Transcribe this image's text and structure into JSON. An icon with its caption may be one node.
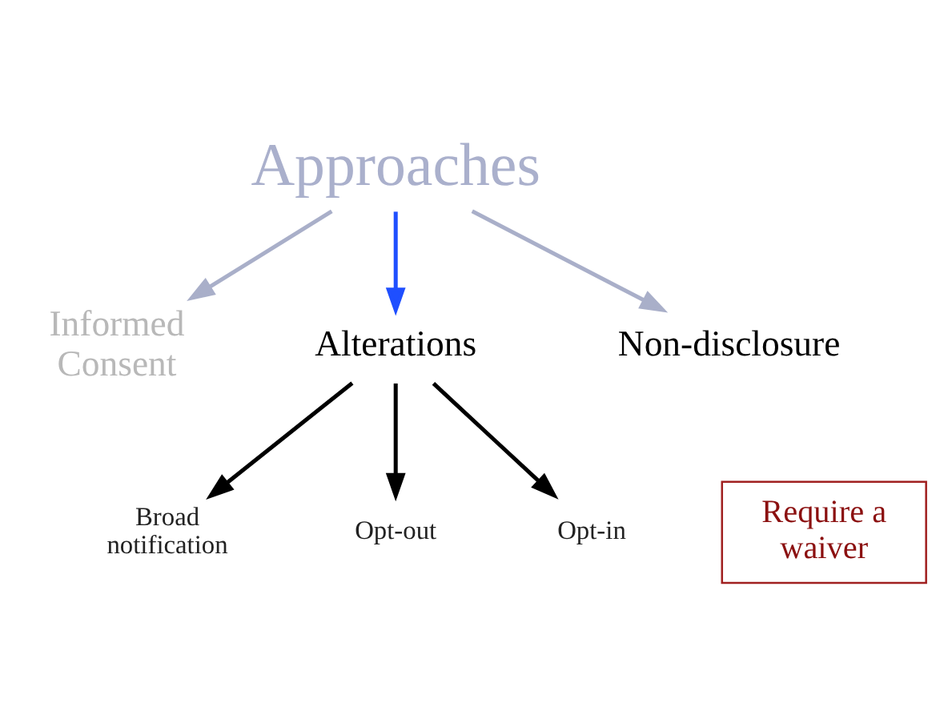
{
  "diagram": {
    "nodes": [
      {
        "text": [
          "Approaches"
        ]
      },
      {
        "text": [
          "Informed Consent"
        ]
      },
      {
        "text": [
          "Alterations"
        ]
      },
      {
        "text": [
          "Non-disclosure"
        ]
      },
      {
        "text": [
          "Broad notification"
        ]
      },
      {
        "text": [
          "Opt-out"
        ]
      },
      {
        "text": [
          "Opt-in"
        ]
      },
      {
        "text": [
          "Require a waiver"
        ]
      }
    ],
    "edges": [
      {
        "from": 0,
        "to": 1,
        "arrow": "to",
        "color": "#a9afc9"
      },
      {
        "from": 0,
        "to": 2,
        "arrow": "to",
        "color": "#1f4fff"
      },
      {
        "from": 0,
        "to": 3,
        "arrow": "to",
        "color": "#a9afc9"
      },
      {
        "from": 2,
        "to": 4,
        "arrow": "to"
      },
      {
        "from": 2,
        "to": 5,
        "arrow": "to"
      },
      {
        "from": 2,
        "to": 6,
        "arrow": "to"
      }
    ]
  }
}
